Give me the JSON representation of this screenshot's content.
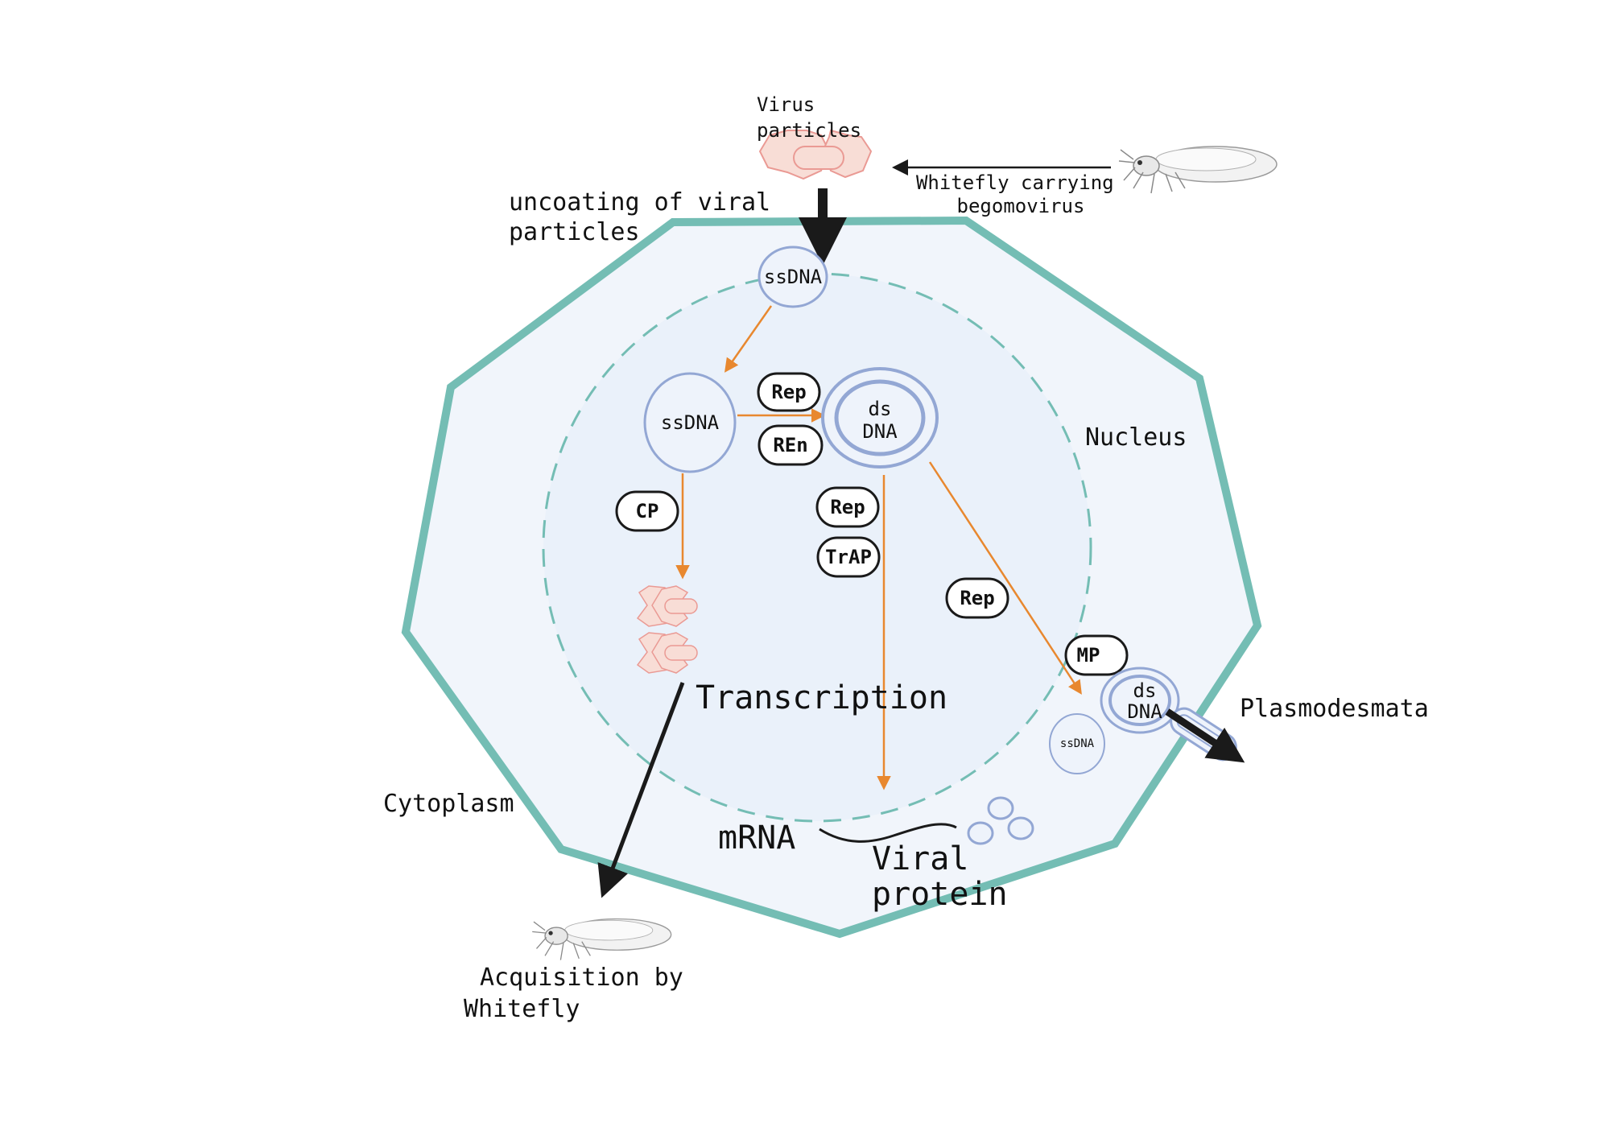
{
  "colors": {
    "cell_wall": "#74bdb4",
    "cytoplasm_fill": "#f1f5fb",
    "nucleus_fill": "#eaf1fa",
    "dna_stroke": "#93a7d4",
    "arrow_orange": "#e8882f",
    "virion_fill": "#f8ddd6",
    "virion_stroke": "#ea9a94",
    "pill_stroke": "#1a1a1a",
    "dark_arrow": "#1a1a1a"
  },
  "labels": {
    "virus_particles": [
      "Virus",
      "particles"
    ],
    "whitefly_carrying": [
      "Whitefly carrying",
      "begomovirus"
    ],
    "uncoating": [
      "uncoating of viral",
      "particles"
    ],
    "nucleus": "Nucleus",
    "cytoplasm": "Cytoplasm",
    "transcription": "Transcription",
    "mrna": "mRNA",
    "viral_protein": [
      "Viral",
      "protein"
    ],
    "plasmodesmata": "Plasmodesmata",
    "acquisition": [
      "Acquisition by",
      "Whitefly"
    ]
  },
  "dna": {
    "ssdna_entry": "ssDNA",
    "ssdna_nuclear": "ssDNA",
    "dsdna_center": [
      "ds",
      "DNA"
    ],
    "dsdna_exit": [
      "ds",
      "DNA"
    ],
    "ssdna_exit": "ssDNA"
  },
  "proteins": {
    "rep_1": "Rep",
    "ren": "REn",
    "cp": "CP",
    "rep_2": "Rep",
    "trap": "TrAP",
    "rep_3": "Rep",
    "mp": "MP"
  },
  "icons": {
    "whitefly_top": "whitefly-icon",
    "whitefly_bottom": "whitefly-icon",
    "virion": "geminivirus-particle-icon"
  }
}
